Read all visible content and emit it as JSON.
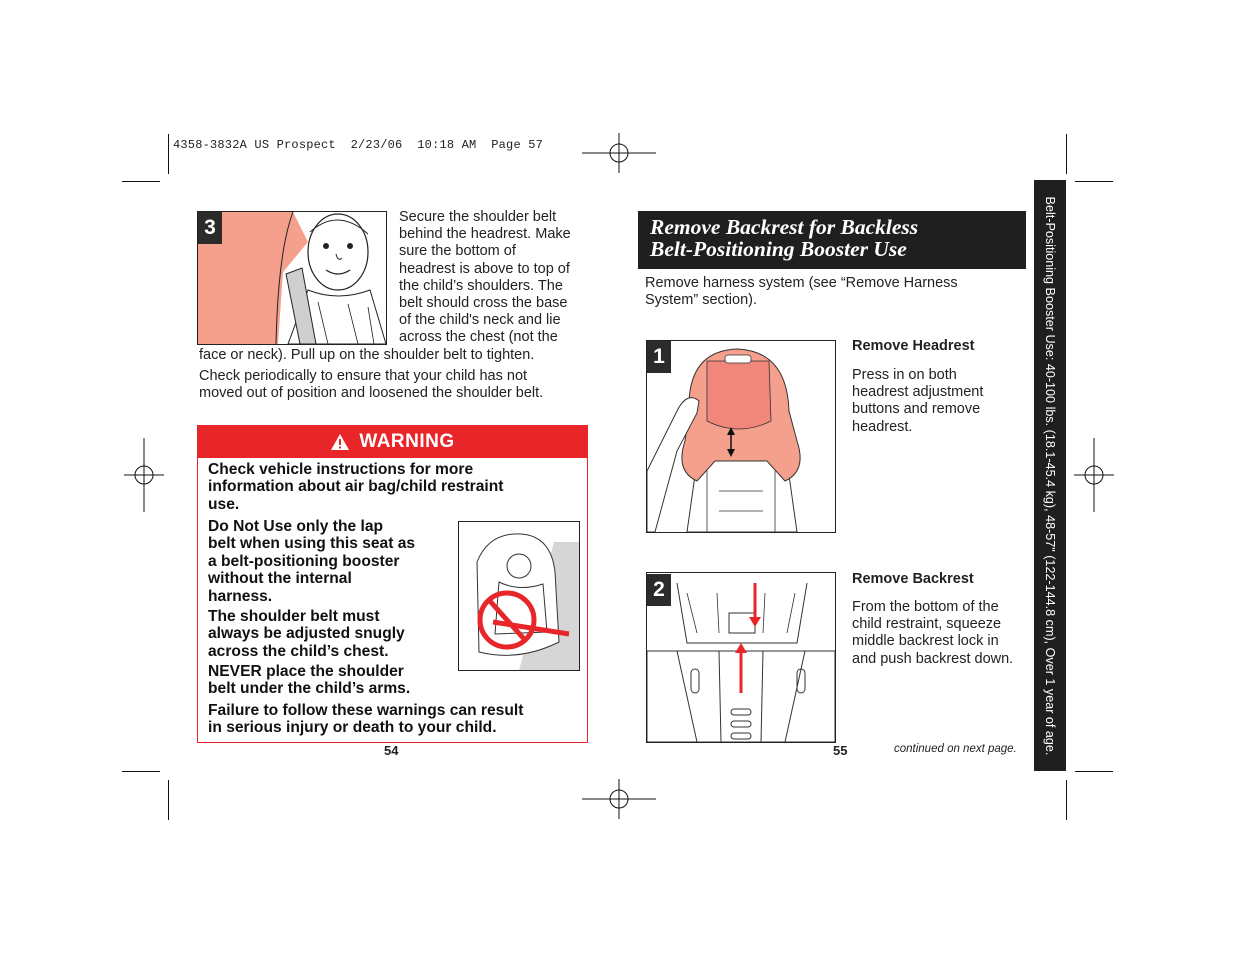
{
  "slug": "4358-3832A US Prospect  2/23/06  10:18 AM  Page 57",
  "left": {
    "step3": {
      "number": "3",
      "text_line1": "Secure the shoulder belt",
      "text_line2": "behind the headrest.  Make",
      "text_line3": "sure the bottom of",
      "text_line4": "headrest is above to top of",
      "text_line5": "the child’s shoulders.  The",
      "text_line6": "belt should cross the base",
      "text_line7": "of the child's neck and lie",
      "text_line8": "across the chest (not the",
      "text_line9": "face or neck).  Pull up on the shoulder belt to tighten.",
      "check_line1": "Check periodically to ensure that your child has not",
      "check_line2": "moved out of position and loosened the shoulder belt."
    },
    "warning": {
      "heading": "WARNING",
      "para1_line1": "Check vehicle instructions for more",
      "para1_line2": "information about air bag/child restraint",
      "para1_line3": "use.",
      "para2_line1": "Do Not Use only the lap",
      "para2_line2": "belt when using this seat as",
      "para2_line3": "a belt-positioning booster",
      "para2_line4": "without the internal",
      "para2_line5": "harness.",
      "para3_line1": "The shoulder belt must",
      "para3_line2": "always be adjusted snugly",
      "para3_line3": "across the child’s chest.",
      "para4_bold": "NEVER",
      "para4_line1_rest": " place the shoulder",
      "para4_line2": "belt under the child’s arms.",
      "para5_line1": "Failure to follow these warnings can result",
      "para5_line2": "in serious injury or death to your child."
    },
    "page_number": "54"
  },
  "right": {
    "title_line1": "Remove Backrest for Backless",
    "title_line2": "Belt-Positioning Booster Use",
    "intro_line1": "Remove harness system (see “Remove Harness",
    "intro_line2": "System” section).",
    "step1": {
      "number": "1",
      "heading": "Remove Headrest",
      "line1": "Press in on both",
      "line2": "headrest adjustment",
      "line3": "buttons and remove",
      "line4": "headrest."
    },
    "step2": {
      "number": "2",
      "heading": "Remove Backrest",
      "line1": "From the bottom of the",
      "line2": "child restraint, squeeze",
      "line3": "middle backrest lock in",
      "line4": "and push backrest down."
    },
    "page_number": "55",
    "continued": "continued on next page."
  },
  "side_tab": "Belt-Positioning Booster Use: 40-100 lbs. (18.1-45.4 kg), 48-57\" (122-144.8 cm), Over 1 year of age.",
  "colors": {
    "warning_red": "#e8262a",
    "salmon": "#f4a08c",
    "dark_bar": "#1f1f1f"
  }
}
